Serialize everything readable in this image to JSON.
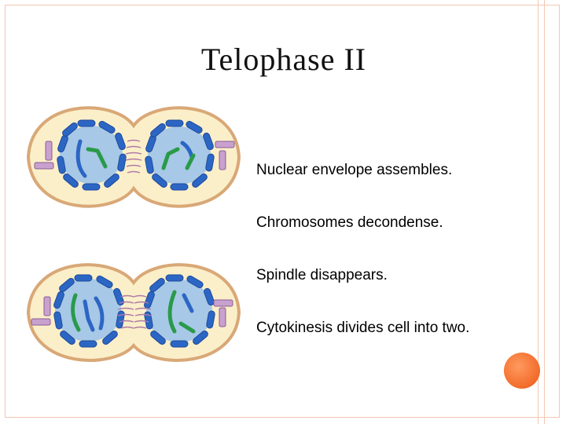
{
  "slide": {
    "title": "Telophase II",
    "bullets": [
      "Nuclear envelope assembles.",
      "Chromosomes decondense.",
      "Spindle disappears.",
      "Cytokinesis divides cell into two."
    ]
  },
  "colors": {
    "cell_fill": "#fbefc9",
    "cell_outline": "#d9a877",
    "nucleus_fill": "#a7c8e6",
    "envelope": "#2c66c5",
    "chromosome": "#2a9a4a",
    "centriole": "#c9a1cf",
    "accent_dot": "#f26b2a",
    "frame": "#f3c6b2"
  }
}
